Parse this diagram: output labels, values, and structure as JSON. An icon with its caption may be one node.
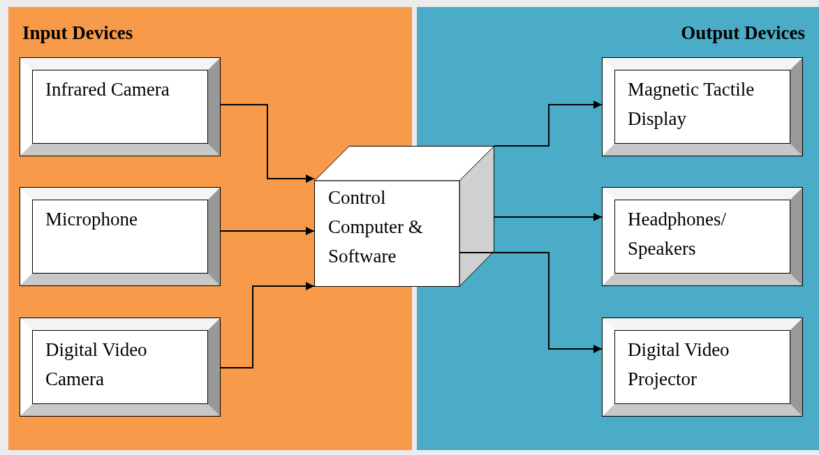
{
  "diagram": {
    "nodes": [
      {
        "text": [
          "Input Devices"
        ]
      },
      {
        "text": [
          "Output Devices"
        ]
      },
      {
        "text": [
          "Infrared Camera"
        ],
        "in": 0
      },
      {
        "text": [
          "Microphone"
        ],
        "in": 0
      },
      {
        "text": [
          "Digital Video Camera"
        ],
        "in": 0
      },
      {
        "text": [
          "Control Computer & Software"
        ]
      },
      {
        "text": [
          "Magnetic Tactile Display"
        ],
        "in": 1
      },
      {
        "text": [
          "Headphones/ Speakers"
        ],
        "in": 1
      },
      {
        "text": [
          "Digital Video Projector"
        ],
        "in": 1
      }
    ],
    "edges": [
      {
        "from": 2,
        "to": 5,
        "arrow": "to"
      },
      {
        "from": 3,
        "to": 5,
        "arrow": "to"
      },
      {
        "from": 4,
        "to": 5,
        "arrow": "to"
      },
      {
        "from": 5,
        "to": 6,
        "arrow": "to"
      },
      {
        "from": 5,
        "to": 7,
        "arrow": "to"
      },
      {
        "from": 5,
        "to": 8,
        "arrow": "to"
      }
    ]
  }
}
